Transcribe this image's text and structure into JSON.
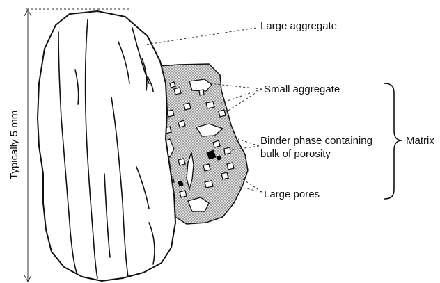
{
  "diagram": {
    "scale_label": "Typically 5 mm",
    "labels": {
      "large_aggregate": "Large aggregate",
      "small_aggregate": "Small aggregate",
      "binder_phase": "Binder phase containing bulk of porosity",
      "large_pores": "Large pores",
      "matrix": "Matrix"
    }
  }
}
